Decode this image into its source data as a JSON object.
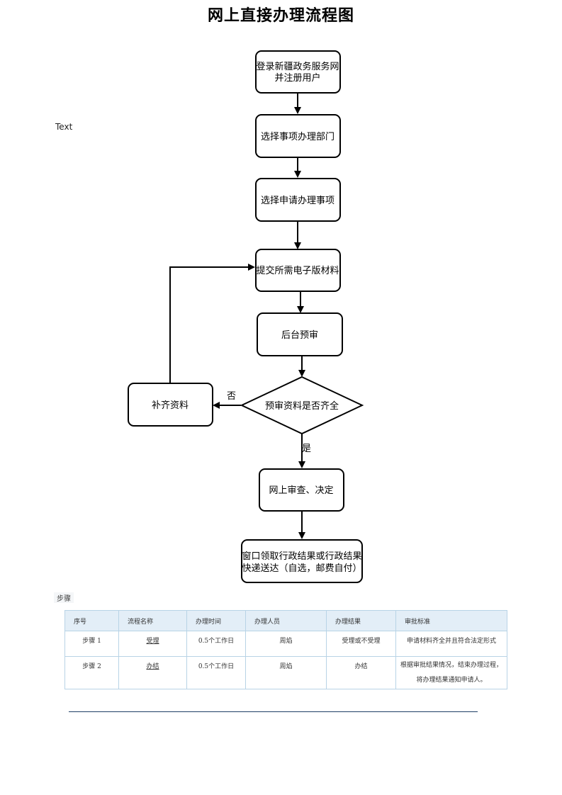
{
  "title": "网上直接办理流程图",
  "side_text": "Text",
  "flow": {
    "n1_line1": "登录新疆政务服务网",
    "n1_line2": "并注册用户",
    "n2": "选择事项办理部门",
    "n3": "选择申请办理事项",
    "n4": "提交所需电子版材料",
    "n5": "后台预审",
    "decision": "预审资料是否齐全",
    "supplement": "补齐资料",
    "no_label": "否",
    "yes_label": "是",
    "n6": "网上审查、决定",
    "n7_line1": "窗口领取行政结果或行政结果",
    "n7_line2": "快递送达（自选，邮费自付）"
  },
  "steps_label": "步骤",
  "table": {
    "headers": [
      "序号",
      "流程名称",
      "办理时间",
      "办理人员",
      "办理结果",
      "审批标准"
    ],
    "rows": [
      {
        "seq": "步骤 1",
        "name": "受理",
        "time": "0.5个工作日",
        "staff": "周焰",
        "result": "受理或不受理",
        "standard_line1": "申请材料齐全并且符合法定形式",
        "standard_line2": ""
      },
      {
        "seq": "步骤 2",
        "name": "办结",
        "time": "0.5个工作日",
        "staff": "周焰",
        "result": "办结",
        "standard_line1": "根据审批结果情况，结束办理过程，",
        "standard_line2": "将办理结果通知申请人。"
      }
    ]
  }
}
